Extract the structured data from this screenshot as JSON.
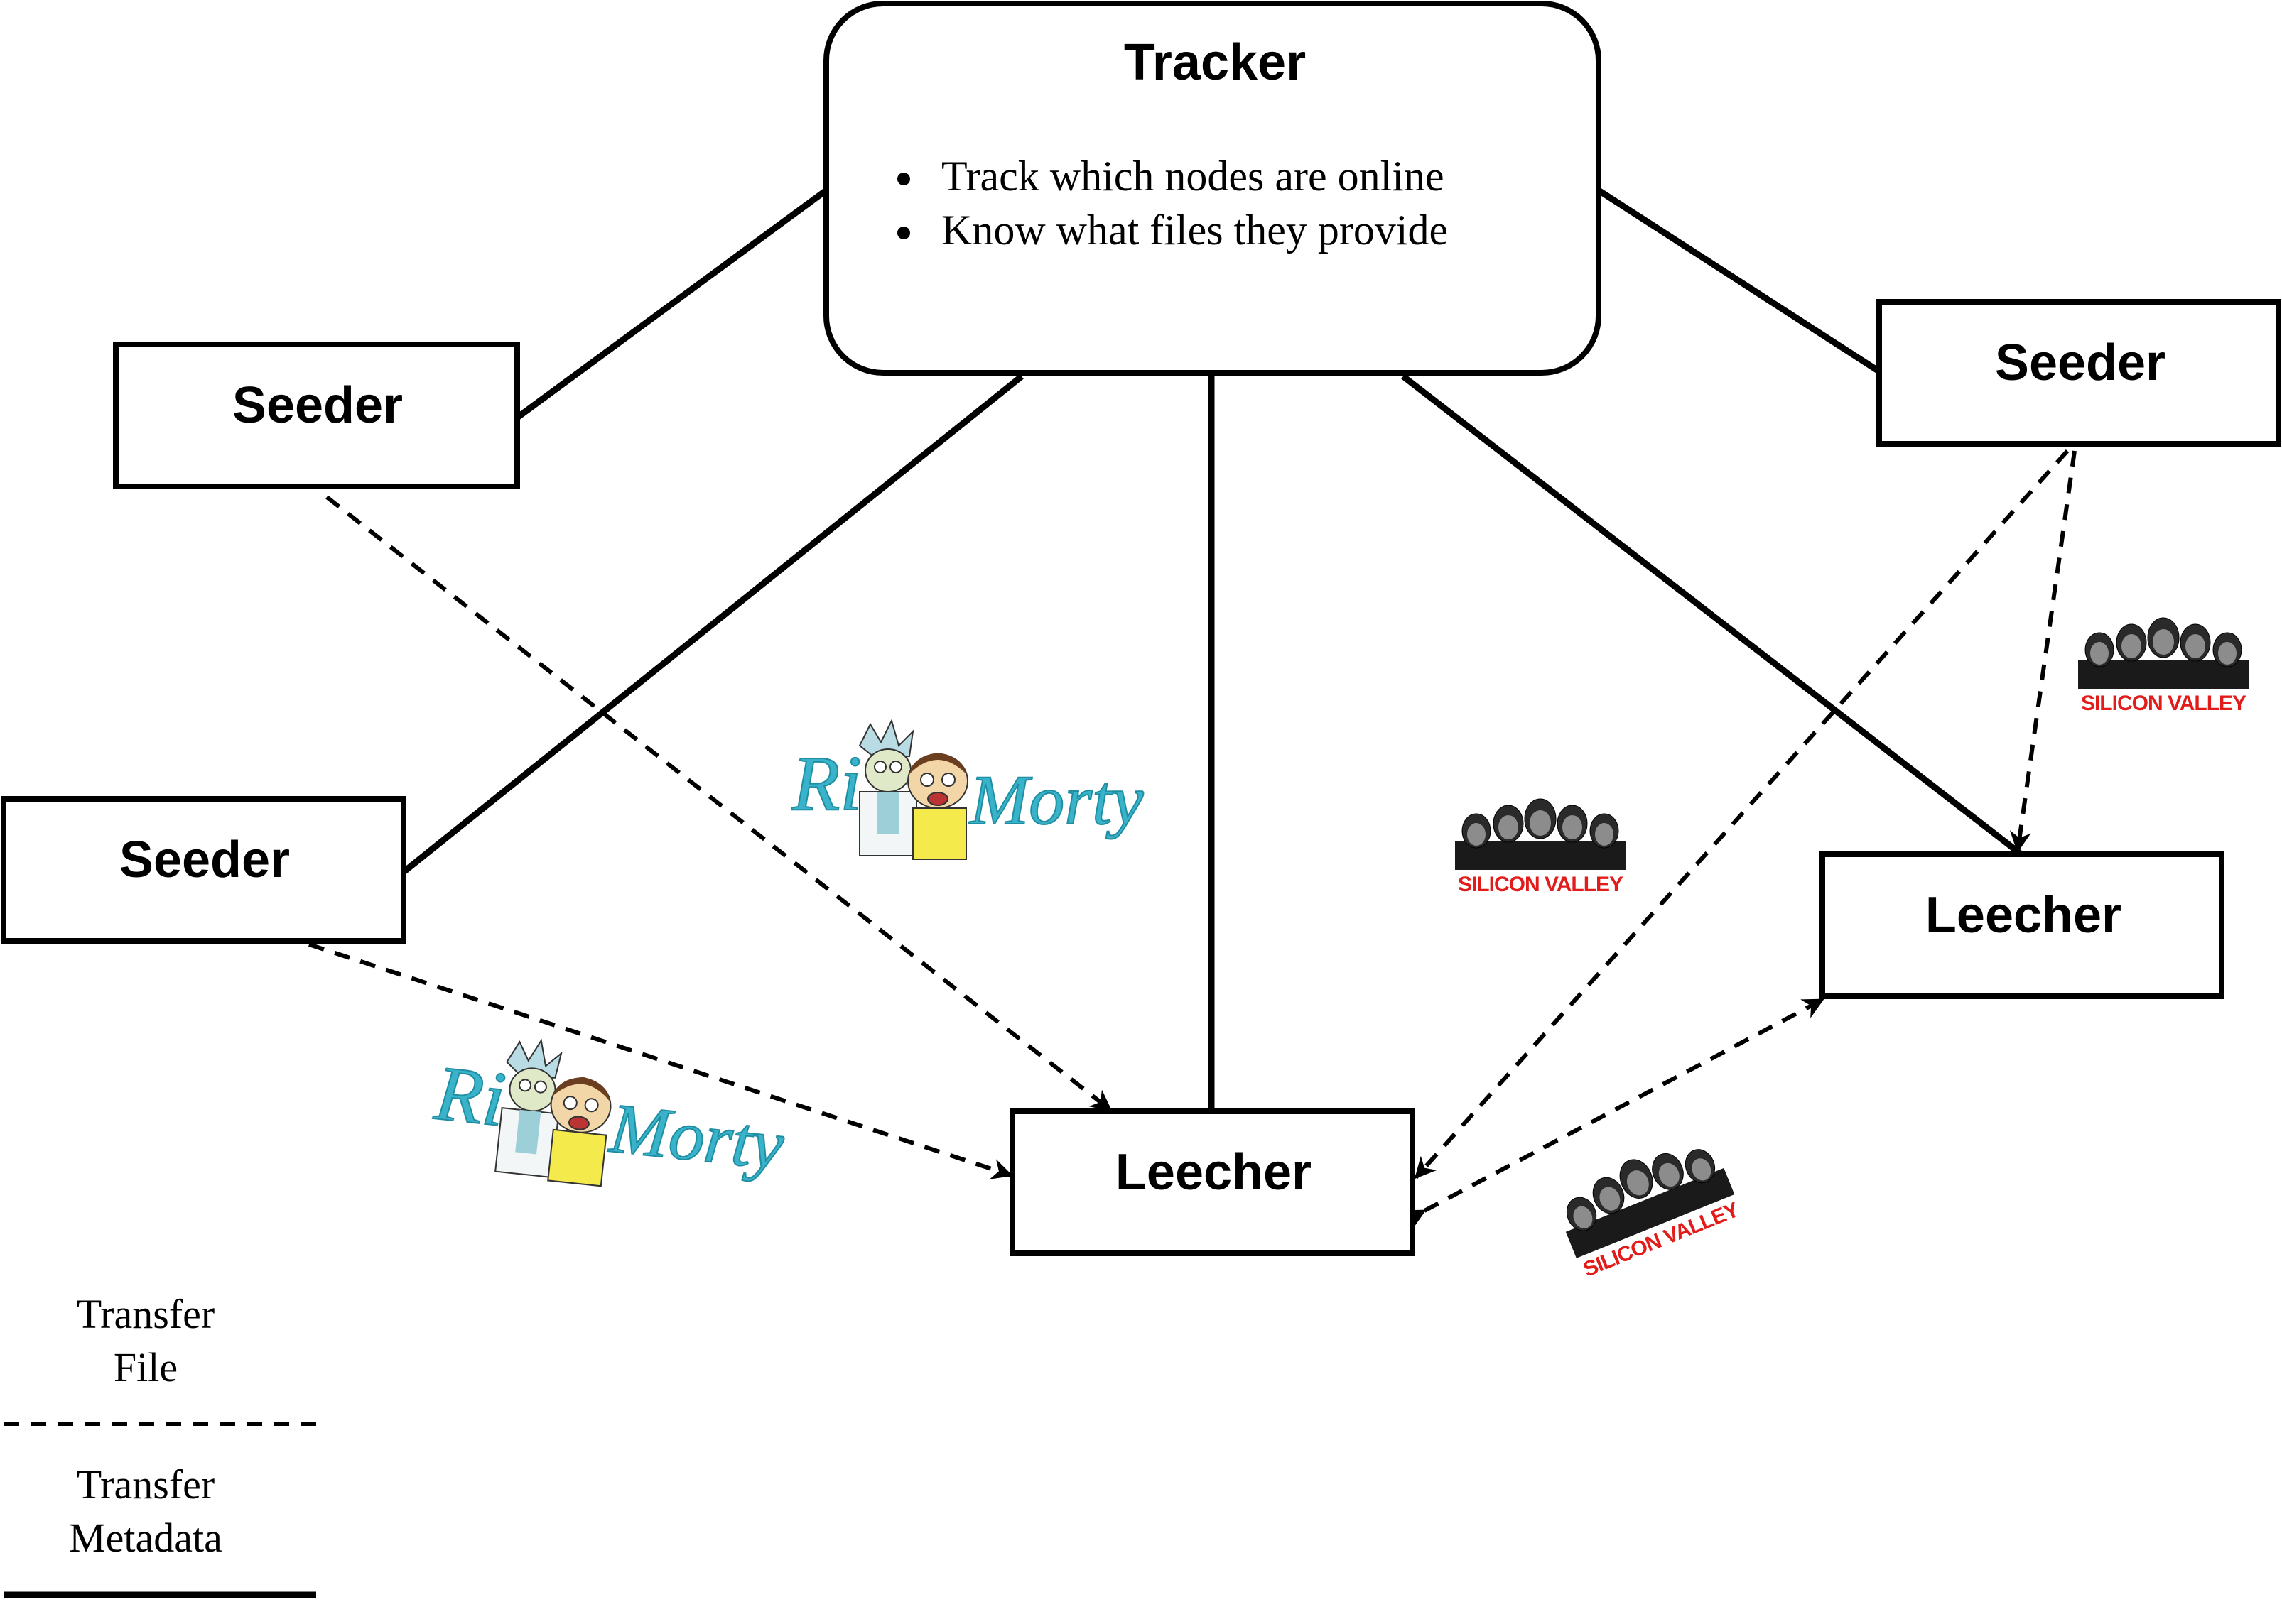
{
  "tracker": {
    "title": "Tracker",
    "bullets": [
      "Track which nodes are online",
      "Know what files they provide"
    ]
  },
  "nodes": {
    "seeder_top_left": "Seeder",
    "seeder_mid_left": "Seeder",
    "seeder_right": "Seeder",
    "leecher_center": "Leecher",
    "leecher_right": "Leecher"
  },
  "file_images": {
    "rick_morty": "Rick and Morty",
    "silicon_valley": "SILICON VALLEY"
  },
  "legend": {
    "file_line1": "Transfer",
    "file_line2": "File",
    "meta_line1": "Transfer",
    "meta_line2": "Metadata"
  },
  "colors": {
    "rick_morty_logo": "#39b3c9",
    "silicon_valley_logo": "#e21b1b"
  }
}
